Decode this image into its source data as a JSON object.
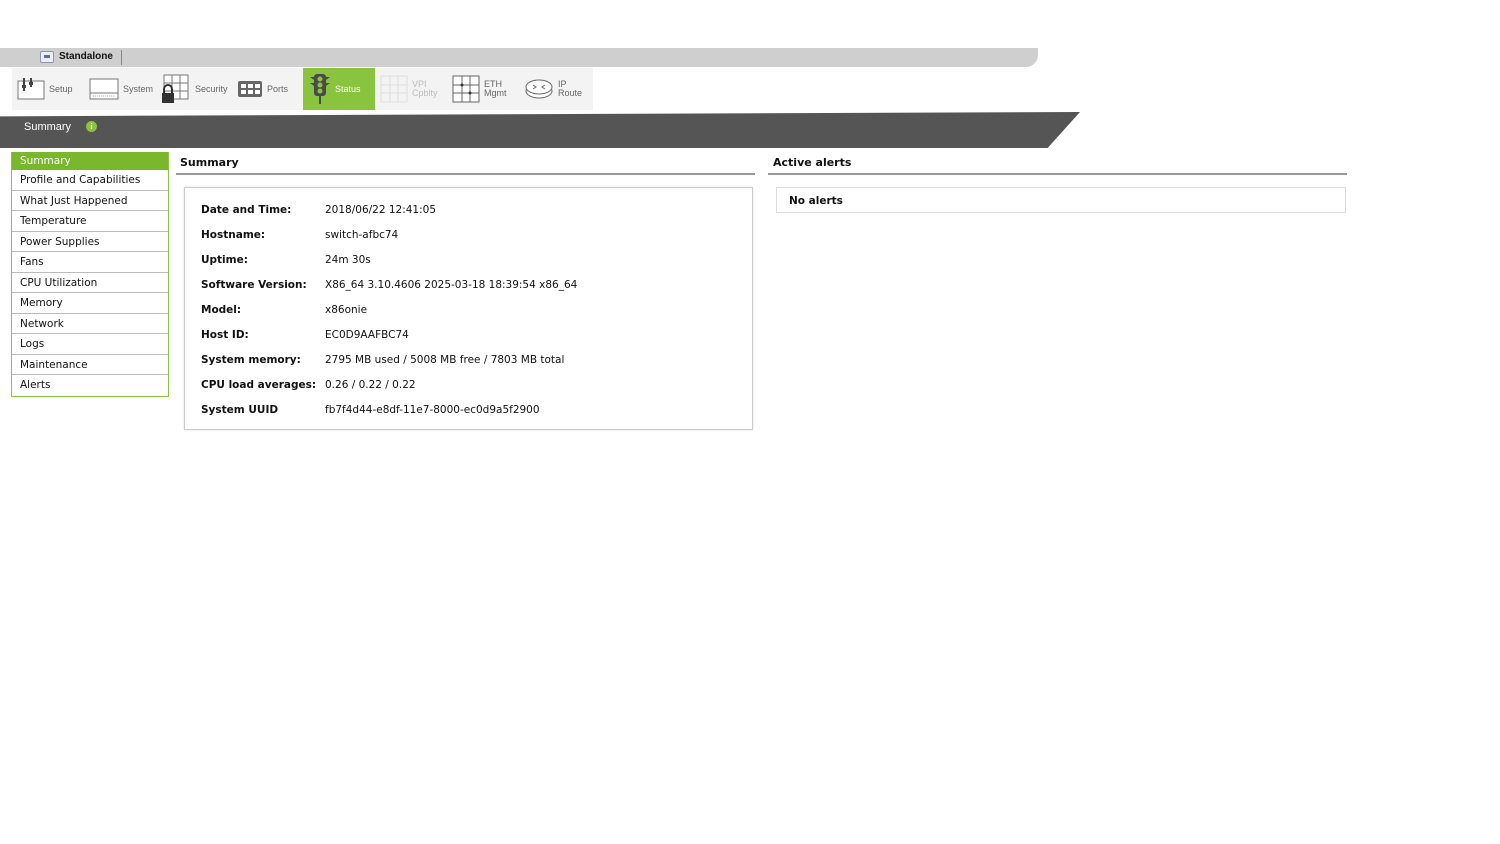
{
  "mode": {
    "label": "Standalone"
  },
  "toolbar": {
    "items": [
      {
        "label": "Setup",
        "icon": "setup-icon",
        "state": "normal"
      },
      {
        "label": "System",
        "icon": "system-icon",
        "state": "normal"
      },
      {
        "label": "Security",
        "icon": "security-icon",
        "state": "normal"
      },
      {
        "label": "Ports",
        "icon": "ports-icon",
        "state": "normal"
      },
      {
        "label": "Status",
        "icon": "traffic-light-icon",
        "state": "active"
      },
      {
        "label_line1": "VPI",
        "label_line2": "Cpblty",
        "icon": "vpi-icon",
        "state": "disabled"
      },
      {
        "label_line1": "ETH",
        "label_line2": "Mgmt",
        "icon": "eth-mgmt-icon",
        "state": "normal"
      },
      {
        "label_line1": "IP",
        "label_line2": "Route",
        "icon": "router-icon",
        "state": "normal"
      }
    ]
  },
  "page": {
    "title": "Summary",
    "info_icon": "i"
  },
  "sidebar": {
    "items": [
      {
        "label": "Summary",
        "active": true
      },
      {
        "label": "Profile and Capabilities"
      },
      {
        "label": "What Just Happened"
      },
      {
        "label": "Temperature"
      },
      {
        "label": "Power Supplies"
      },
      {
        "label": "Fans"
      },
      {
        "label": "CPU Utilization"
      },
      {
        "label": "Memory"
      },
      {
        "label": "Network"
      },
      {
        "label": "Logs"
      },
      {
        "label": "Maintenance"
      },
      {
        "label": "Alerts"
      }
    ]
  },
  "summary": {
    "title": "Summary",
    "rows": [
      {
        "key": "Date and Time:",
        "value": "2018/06/22 12:41:05"
      },
      {
        "key": "Hostname:",
        "value": "switch-afbc74"
      },
      {
        "key": "Uptime:",
        "value": "24m 30s"
      },
      {
        "key": "Software Version:",
        "value": "X86_64 3.10.4606 2025-03-18 18:39:54 x86_64"
      },
      {
        "key": "Model:",
        "value": "x86onie"
      },
      {
        "key": "Host ID:",
        "value": "EC0D9AAFBC74"
      },
      {
        "key": "System memory:",
        "value": "2795 MB used / 5008 MB free / 7803 MB total"
      },
      {
        "key": "CPU load averages:",
        "value": "0.26 / 0.22 / 0.22"
      },
      {
        "key": "System UUID",
        "value": "fb7f4d44-e8df-11e7-8000-ec0d9a5f2900"
      }
    ]
  },
  "alerts": {
    "title": "Active alerts",
    "empty_text": "No alerts"
  },
  "colors": {
    "accent": "#8ac43f",
    "header": "#555555",
    "modebar": "#cfcfcf"
  }
}
